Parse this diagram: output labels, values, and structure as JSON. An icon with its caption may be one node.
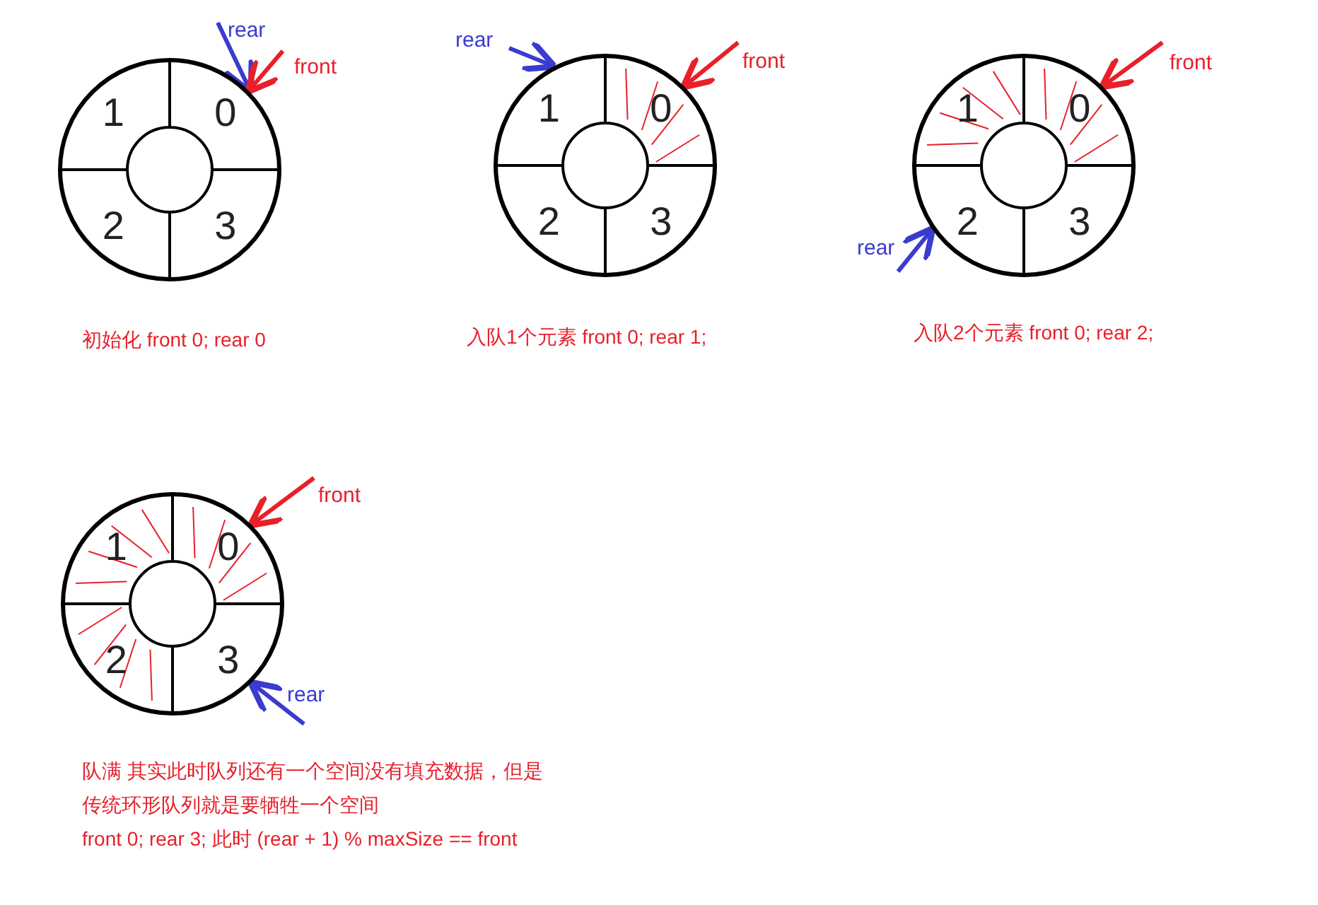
{
  "diagram": {
    "nodes": [
      {
        "text": [
          "rear"
        ]
      },
      {
        "text": [
          "front"
        ]
      },
      {
        "text": [],
        "shape": "circle",
        "beside": [
          "初始化 front 0; rear 0"
        ]
      },
      {
        "text": [
          "1"
        ],
        "in": 2
      },
      {
        "text": [
          "0"
        ],
        "in": 2
      },
      {
        "text": [
          "2"
        ],
        "in": 2
      },
      {
        "text": [
          "3"
        ],
        "in": 2
      },
      {
        "text": [
          "rear"
        ]
      },
      {
        "text": [
          "front"
        ]
      },
      {
        "text": [],
        "shape": "circle",
        "beside": [
          "入队1个元素 front 0; rear 1;"
        ]
      },
      {
        "text": [
          "1"
        ],
        "in": 9
      },
      {
        "text": [
          "0"
        ],
        "in": 9
      },
      {
        "text": [
          "2"
        ],
        "in": 9
      },
      {
        "text": [
          "3"
        ],
        "in": 9
      },
      {
        "text": [
          "front"
        ]
      },
      {
        "text": [],
        "shape": "circle",
        "beside": [
          "入队2个元素 front 0; rear 2;"
        ]
      },
      {
        "text": [
          "1"
        ],
        "in": 15
      },
      {
        "text": [
          "0"
        ],
        "in": 15
      },
      {
        "text": [
          "2"
        ],
        "in": 15
      },
      {
        "text": [
          "3"
        ],
        "in": 15
      },
      {
        "text": [
          "rear"
        ]
      },
      {
        "text": [
          "front"
        ]
      },
      {
        "text": [],
        "shape": "circle",
        "beside": [
          "队满 其实此时队列还有一个空间没有填充数据，但是传统环形队列就是要牺牲一个空间",
          "front 0; rear 3; 此时 (rear + 1) % maxSize == front"
        ]
      },
      {
        "text": [
          "1"
        ],
        "in": 22
      },
      {
        "text": [
          "0"
        ],
        "in": 22
      },
      {
        "text": [
          "2"
        ],
        "in": 22
      },
      {
        "text": [
          "3"
        ],
        "in": 22
      },
      {
        "text": [
          "rear"
        ]
      }
    ],
    "edges": [
      {
        "from": 0,
        "to": 4,
        "arrow": "to",
        "color": "#3b3bd0"
      },
      {
        "from": 1,
        "to": 4,
        "arrow": "to",
        "color": "#e8202a"
      },
      {
        "from": 7,
        "to": 10,
        "arrow": "to",
        "color": "#3b3bd0"
      },
      {
        "from": 8,
        "to": 11,
        "arrow": "to",
        "color": "#e8202a"
      },
      {
        "from": 14,
        "to": 17,
        "arrow": "to",
        "color": "#e8202a"
      },
      {
        "from": 20,
        "to": 18,
        "arrow": "to",
        "color": "#3b3bd0"
      },
      {
        "from": 21,
        "to": 24,
        "arrow": "to",
        "color": "#e8202a"
      },
      {
        "from": 27,
        "to": 26,
        "arrow": "to",
        "color": "#3b3bd0"
      }
    ]
  }
}
